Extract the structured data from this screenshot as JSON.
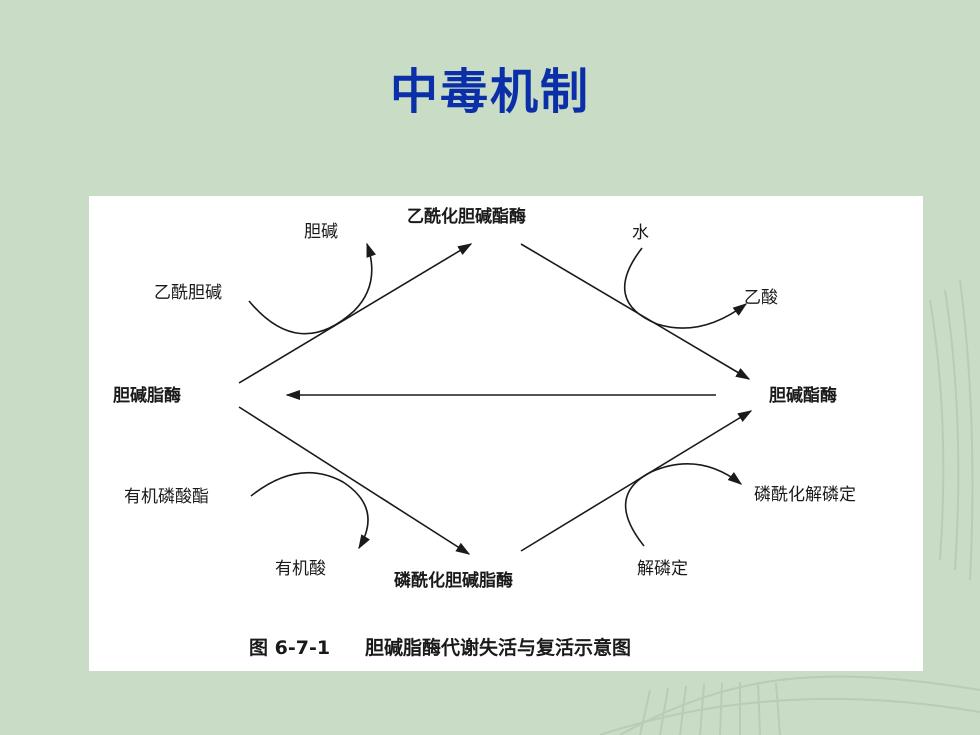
{
  "slide": {
    "title": "中毒机制"
  },
  "diagram": {
    "nodes": {
      "left": "胆碱脂酶",
      "top": "乙酰化胆碱酯酶",
      "right": "胆碱酯酶",
      "bottom": "磷酰化胆碱脂酶"
    },
    "side_labels": {
      "acetylcholine": "乙酰胆碱",
      "choline": "胆碱",
      "water": "水",
      "acetic_acid": "乙酸",
      "organophosphate": "有机磷酸酯",
      "organic_acid": "有机酸",
      "reactivator": "解磷定",
      "phosphorylated_reactivator": "磷酰化解磷定"
    },
    "caption": {
      "number": "图 6-7-1",
      "text": "胆碱脂酶代谢失活与复活示意图"
    }
  }
}
